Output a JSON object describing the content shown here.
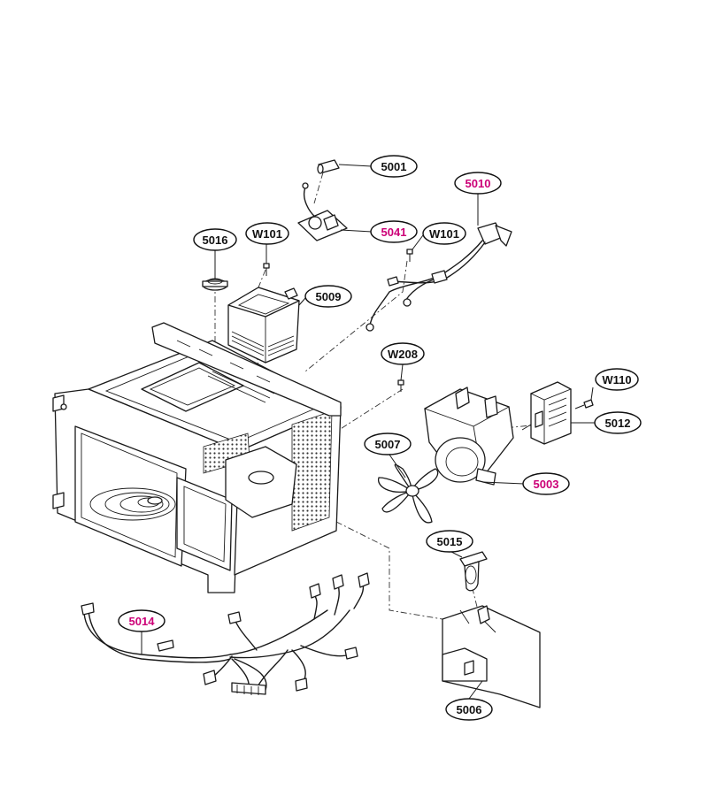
{
  "colors": {
    "label_default": "#111111",
    "label_highlight": "#cc0077"
  },
  "labels": {
    "p5001": {
      "text": "5001",
      "highlight": false
    },
    "p5010": {
      "text": "5010",
      "highlight": true
    },
    "p5041": {
      "text": "5041",
      "highlight": true
    },
    "w101a": {
      "text": "W101",
      "highlight": false
    },
    "w101b": {
      "text": "W101",
      "highlight": false
    },
    "p5016": {
      "text": "5016",
      "highlight": false
    },
    "p5009": {
      "text": "5009",
      "highlight": false
    },
    "w208": {
      "text": "W208",
      "highlight": false
    },
    "w110": {
      "text": "W110",
      "highlight": false
    },
    "p5012": {
      "text": "5012",
      "highlight": false
    },
    "p5007": {
      "text": "5007",
      "highlight": false
    },
    "p5003": {
      "text": "5003",
      "highlight": true
    },
    "p5015": {
      "text": "5015",
      "highlight": false
    },
    "p5014": {
      "text": "5014",
      "highlight": true
    },
    "p5006": {
      "text": "5006",
      "highlight": false
    }
  }
}
